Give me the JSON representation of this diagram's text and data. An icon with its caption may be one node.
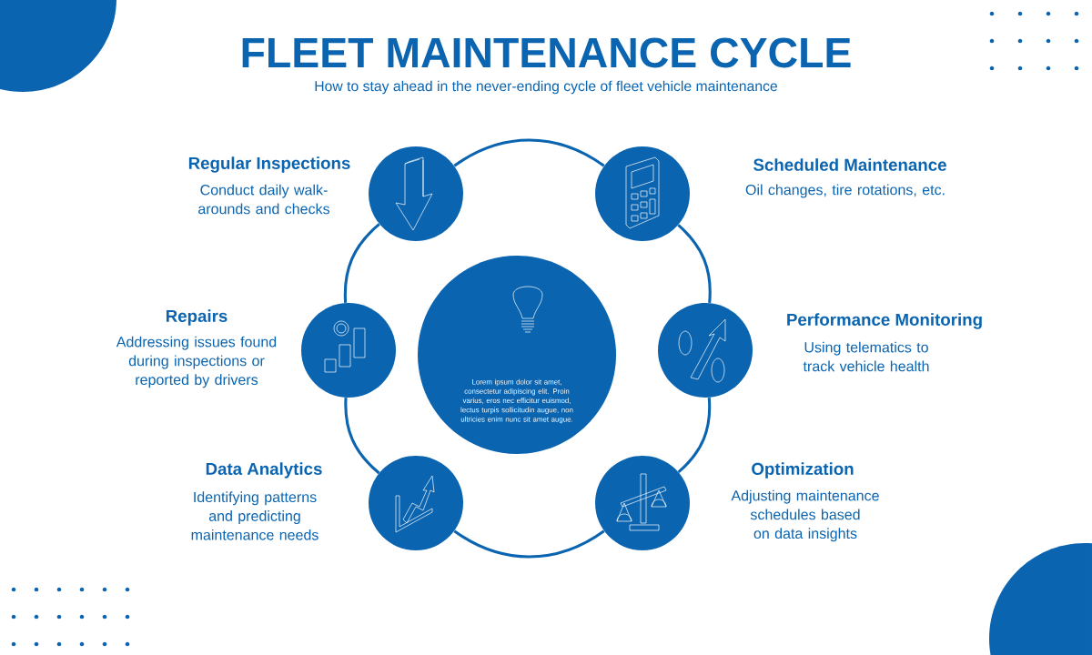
{
  "diagram": {
    "title": "FLEET MAINTENANCE CYCLE",
    "caption": "How to stay ahead in the never-ending cycle of fleet vehicle maintenance",
    "nodes": [
      {
        "text": [
          "Regular Inspections",
          "Conduct daily walk-arounds and checks"
        ]
      },
      {
        "text": [
          "Scheduled Maintenance",
          "Oil changes, tire rotations, etc."
        ]
      },
      {
        "text": [
          "Repairs",
          "Addressing issues found during inspections or reported by drivers"
        ]
      },
      {
        "text": [
          "Lorem ipsum dolor sit amet, consectetur adipiscing elit. Proin varius, eros nec efficitur euismod, lectus turpis sollicitudin augue, non ultricies enim nunc sit amet augue."
        ]
      },
      {
        "text": [
          "Performance Monitoring",
          "Using telematics to track vehicle health"
        ]
      },
      {
        "text": [
          "Data Analytics",
          "Identifying patterns and predicting maintenance needs"
        ]
      },
      {
        "text": [
          "Optimization",
          "Adjusting maintenance schedules based on data insights"
        ]
      },
      {
        "text": [],
        "shape": "circle"
      },
      {
        "text": [],
        "shape": "circle"
      }
    ],
    "edges": [
      {
        "from": 0,
        "to": 1,
        "arrow": "none"
      },
      {
        "from": 1,
        "to": 4,
        "arrow": "none"
      },
      {
        "from": 4,
        "to": 6,
        "arrow": "none"
      },
      {
        "from": 6,
        "to": 5,
        "arrow": "none"
      },
      {
        "from": 5,
        "to": 2,
        "arrow": "none"
      },
      {
        "from": 2,
        "to": 0,
        "arrow": "none"
      }
    ]
  }
}
